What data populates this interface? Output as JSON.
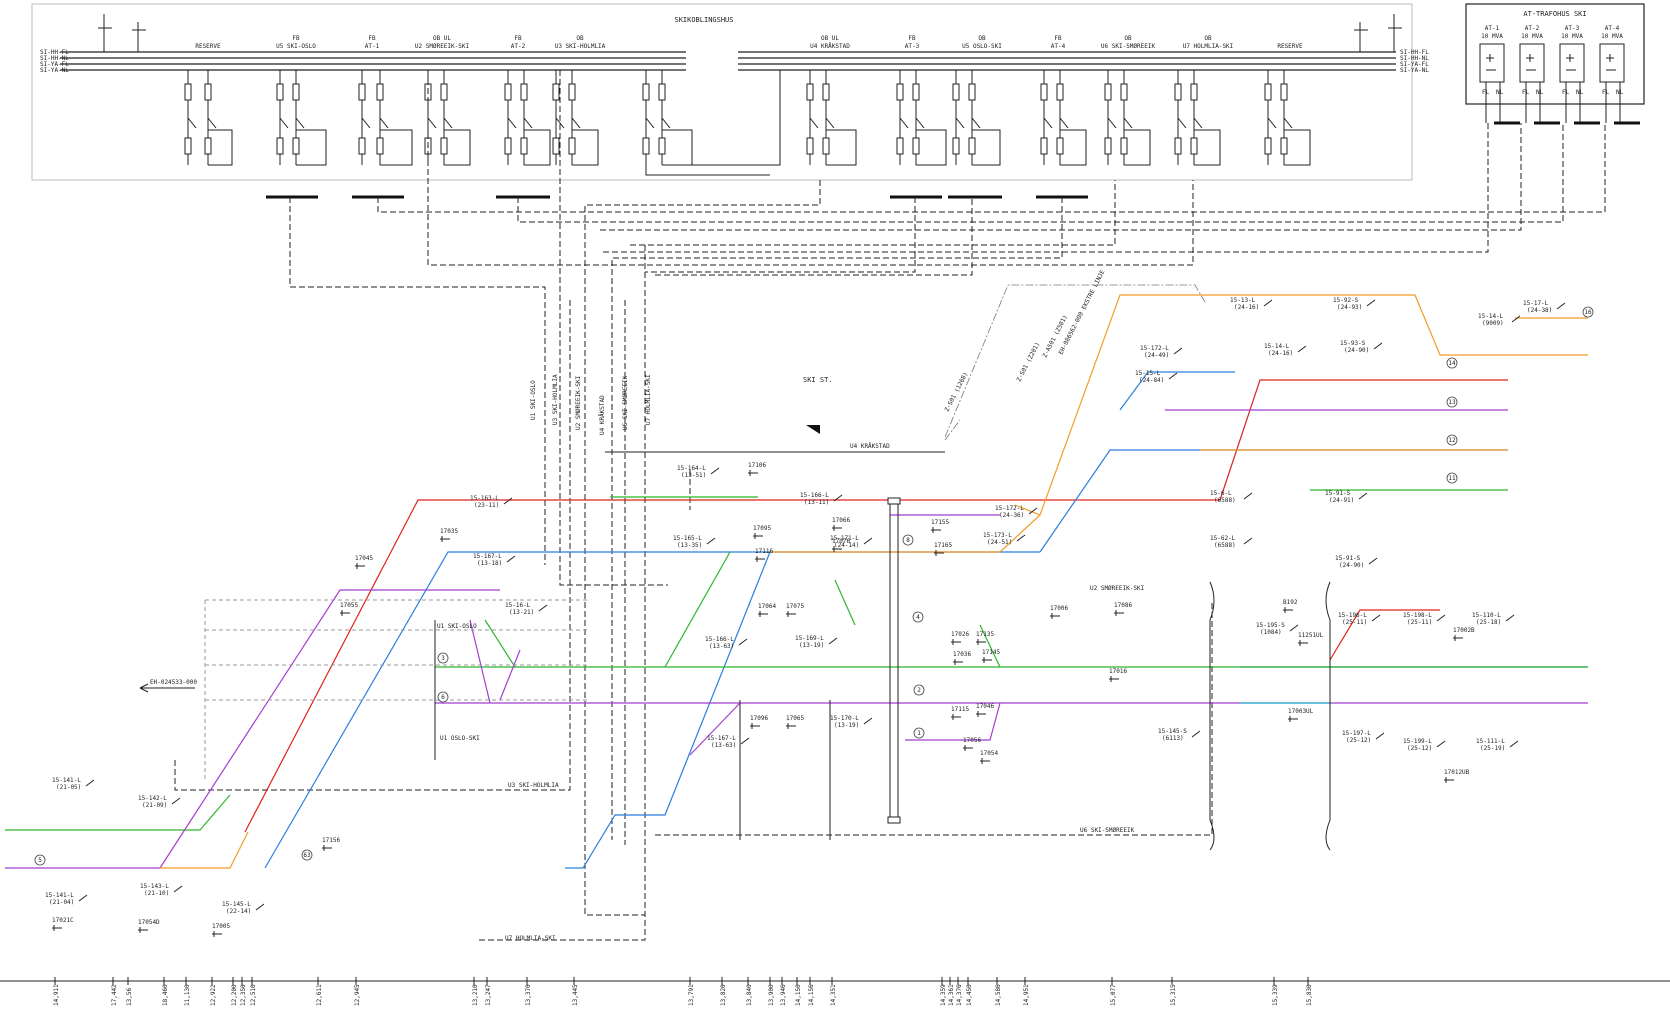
{
  "switchyard": {
    "title": "SKIKOBLINGSHUS",
    "rails_left": [
      "SI-HH-FL",
      "SI-HH-NL",
      "SI-YA-FL",
      "SI-YA-NL"
    ],
    "rails_right": [
      "SI-HH-FL",
      "SI-HH-NL",
      "SI-YA-FL",
      "SI-YA-NL"
    ],
    "feeders": [
      {
        "top": "",
        "name": "RESERVE"
      },
      {
        "top": "FB",
        "name": "U5 SKI-OSLO"
      },
      {
        "top": "FB",
        "name": "AT-1"
      },
      {
        "top": "OB UL",
        "name": "U2 SMØREEIK-SKI"
      },
      {
        "top": "FB",
        "name": "AT-2"
      },
      {
        "top": "OB",
        "name": "U3 SKI-HOLMLIA"
      },
      {
        "top": "OB UL",
        "name": "U4 KRÅKSTAD"
      },
      {
        "top": "FB",
        "name": "AT-3"
      },
      {
        "top": "OB",
        "name": "U5 OSLO-SKI"
      },
      {
        "top": "FB",
        "name": "AT-4"
      },
      {
        "top": "OB",
        "name": "U6 SKI-SMØREEIK"
      },
      {
        "top": "OB",
        "name": "U7 HOLMLIA-SKI"
      },
      {
        "top": "",
        "name": "RESERVE"
      }
    ]
  },
  "transformers": {
    "title": "AT-TRAFOHUS SKI",
    "units": [
      {
        "name": "AT-1",
        "rating": "10 MVA"
      },
      {
        "name": "AT-2",
        "rating": "10 MVA"
      },
      {
        "name": "AT-3",
        "rating": "10 MVA"
      },
      {
        "name": "AT-4",
        "rating": "10 MVA"
      }
    ],
    "terminal_labels": [
      "FL",
      "NL"
    ]
  },
  "routes": {
    "left": [
      "U1 SKI-OSLO",
      "U3 SKI-HOLMLIA",
      "U2 SMØREEIK-SKI",
      "U4 KRÅKSTAD",
      "U6 SKI-SMØREEIK",
      "U7 HOLMLIA-SKI"
    ],
    "kraakstad_bottom": "U4 KRÅKSTAD",
    "ski_st": "SKI ST.",
    "dashdot_labels": [
      "Z-A501 (Z501)",
      "EH-086562-000 EKSTRE LINJE",
      "Z-S01 (Z201)",
      "Z-S01 (1268)"
    ],
    "u2_mid": "U2 SMØREEIK-SKI",
    "u1_osloski": "U1 OSLO-SKI",
    "u1_skioslo": "U1 SKI-OSLO",
    "u3_ski_holmlia": "U3 SKI-HOLMLIA",
    "u6_ski_smoreeik": "U6 SKI-SMØREEIK",
    "u7_holmlia_ski": "U7 HOLMLIA-SKI",
    "arrow_label": "EH-024533-000"
  },
  "switches": [
    "15-163-L (23-11)",
    "15-167-L (13-18)",
    "15-16-L (13-21)",
    "15-164-L (13-51)",
    "15-165-L (13-35)",
    "15-166-L (13-11)",
    "15-171-L (24-14)",
    "15-172-L (24-36)",
    "15-173-L (24-51)",
    "15-15-L (24-84)",
    "15-172-L (24-49)",
    "15-13-L (24-16)",
    "15-14-L (24-16)",
    "15-92-S (24-93)",
    "15-93-S (24-90)",
    "15-14-L (9009)",
    "15-17-L (24-38)",
    "15-6-L (6588)",
    "15-62-L (6588)",
    "15-91-S (24-91)",
    "15-91-S (24-90)",
    "15-166-L (13-63)",
    "15-169-L (13-19)",
    "15-167-L (13-63)",
    "15-170-L (13-19)",
    "15-145-S (6113)",
    "15-195-S (1084)",
    "15-196-L (25-11)",
    "15-198-L (25-11)",
    "15-110-L (25-18)",
    "15-197-L (25-12)",
    "15-199-L (25-12)",
    "15-111-L (25-19)",
    "15-141-L (21-05)",
    "15-142-L (21-09)",
    "15-143-L (21-10)",
    "15-145-L (22-14)",
    "15-141-L (21-04)"
  ],
  "track_numbers": [
    "1",
    "2",
    "3",
    "4",
    "5",
    "6",
    "8",
    "11",
    "12",
    "13",
    "14",
    "16",
    "63"
  ],
  "sections": [
    "17045",
    "17055",
    "17035",
    "17106",
    "17095",
    "17066",
    "17116",
    "17076",
    "17155",
    "17165",
    "17086",
    "17056",
    "17115",
    "17026",
    "17036",
    "17135",
    "17145",
    "17016",
    "17096",
    "17065",
    "17075",
    "17046",
    "17006",
    "B192",
    "11251UL",
    "17002B",
    "17003UL",
    "17012UB",
    "17054D",
    "17156",
    "17005",
    "17021C",
    "17064",
    "17054"
  ],
  "km_marks": [
    "14,911",
    "17,442",
    "13,56",
    "18,460",
    "11,130",
    "12,922",
    "12,200",
    "12,350",
    "12,510",
    "12,611",
    "12,945",
    "13,210",
    "13,247",
    "13,370",
    "13,445",
    "13,791",
    "13,820",
    "13,840",
    "13,900",
    "13,946",
    "14,150",
    "14,156",
    "14,351",
    "14,359",
    "14,361",
    "14,376",
    "14,450",
    "14,586",
    "14,951",
    "15,077",
    "15,315",
    "15,339",
    "15,830"
  ],
  "colors": {
    "red": "#e0201c",
    "blue": "#2a7de1",
    "green": "#2db52d",
    "purple": "#a23fcf",
    "orange": "#f29b24",
    "cyan": "#1fb7c9",
    "black": "#222222"
  }
}
